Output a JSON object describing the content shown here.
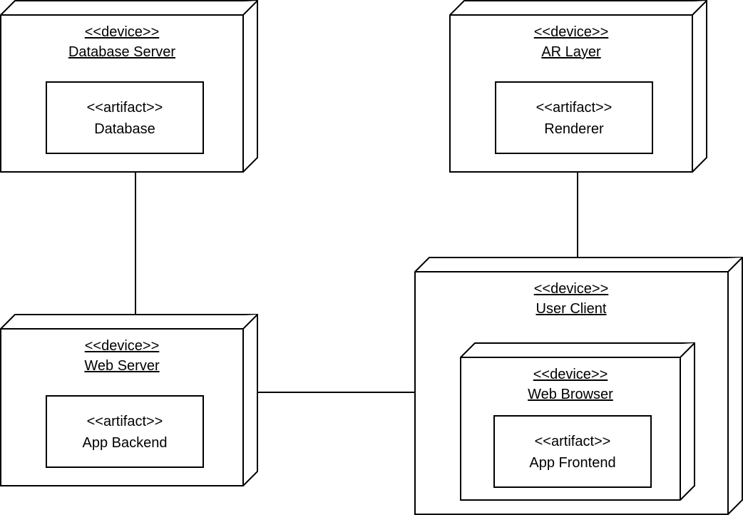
{
  "diagram": {
    "colors": {
      "stroke": "#000000",
      "fill": "#ffffff"
    },
    "nodes": {
      "database_server": {
        "stereotype": "<<device>>",
        "name": "Database Server",
        "artifact": {
          "stereotype": "<<artifact>>",
          "name": "Database"
        }
      },
      "ar_layer": {
        "stereotype": "<<device>>",
        "name": "AR Layer",
        "artifact": {
          "stereotype": "<<artifact>>",
          "name": "Renderer"
        }
      },
      "web_server": {
        "stereotype": "<<device>>",
        "name": "Web Server",
        "artifact": {
          "stereotype": "<<artifact>>",
          "name": "App Backend"
        }
      },
      "user_client": {
        "stereotype": "<<device>>",
        "name": "User Client",
        "inner_device": {
          "stereotype": "<<device>>",
          "name": "Web Browser",
          "artifact": {
            "stereotype": "<<artifact>>",
            "name": "App Frontend"
          }
        }
      }
    },
    "connections": [
      {
        "from": "database_server",
        "to": "web_server"
      },
      {
        "from": "ar_layer",
        "to": "user_client"
      },
      {
        "from": "web_server",
        "to": "user_client"
      }
    ]
  }
}
